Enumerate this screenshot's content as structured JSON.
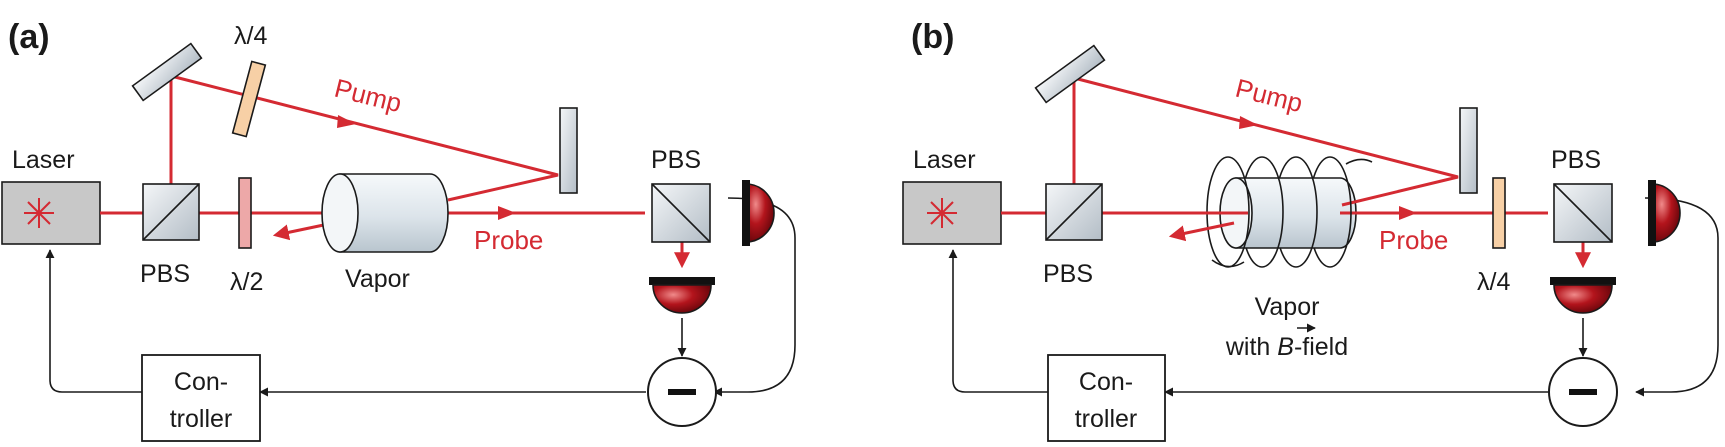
{
  "colors": {
    "beam": "#d42a32",
    "line": "#1a1a1a",
    "laser_box": "#c8c8c8",
    "optic": "#dfe4e9",
    "half_wave_plate": "#eda8a8",
    "quarter_wave_plate": "#f7d0a6",
    "detector": "#a8141c"
  },
  "panel_a": {
    "label": "(a)",
    "laser": "Laser",
    "pbs_left": "PBS",
    "half_wave": "λ/2",
    "quarter_wave": "λ/4",
    "pump": "Pump",
    "probe": "Probe",
    "vapor": "Vapor",
    "pbs_right": "PBS",
    "controller_line1": "Con-",
    "controller_line2": "troller"
  },
  "panel_b": {
    "label": "(b)",
    "laser": "Laser",
    "pbs_left": "PBS",
    "pump": "Pump",
    "probe": "Probe",
    "vapor_line1": "Vapor",
    "vapor_line2_prefix": "with ",
    "vapor_line2_symbol": "B",
    "vapor_line2_suffix": "-field",
    "quarter_wave": "λ/4",
    "pbs_right": "PBS",
    "controller_line1": "Con-",
    "controller_line2": "troller"
  }
}
